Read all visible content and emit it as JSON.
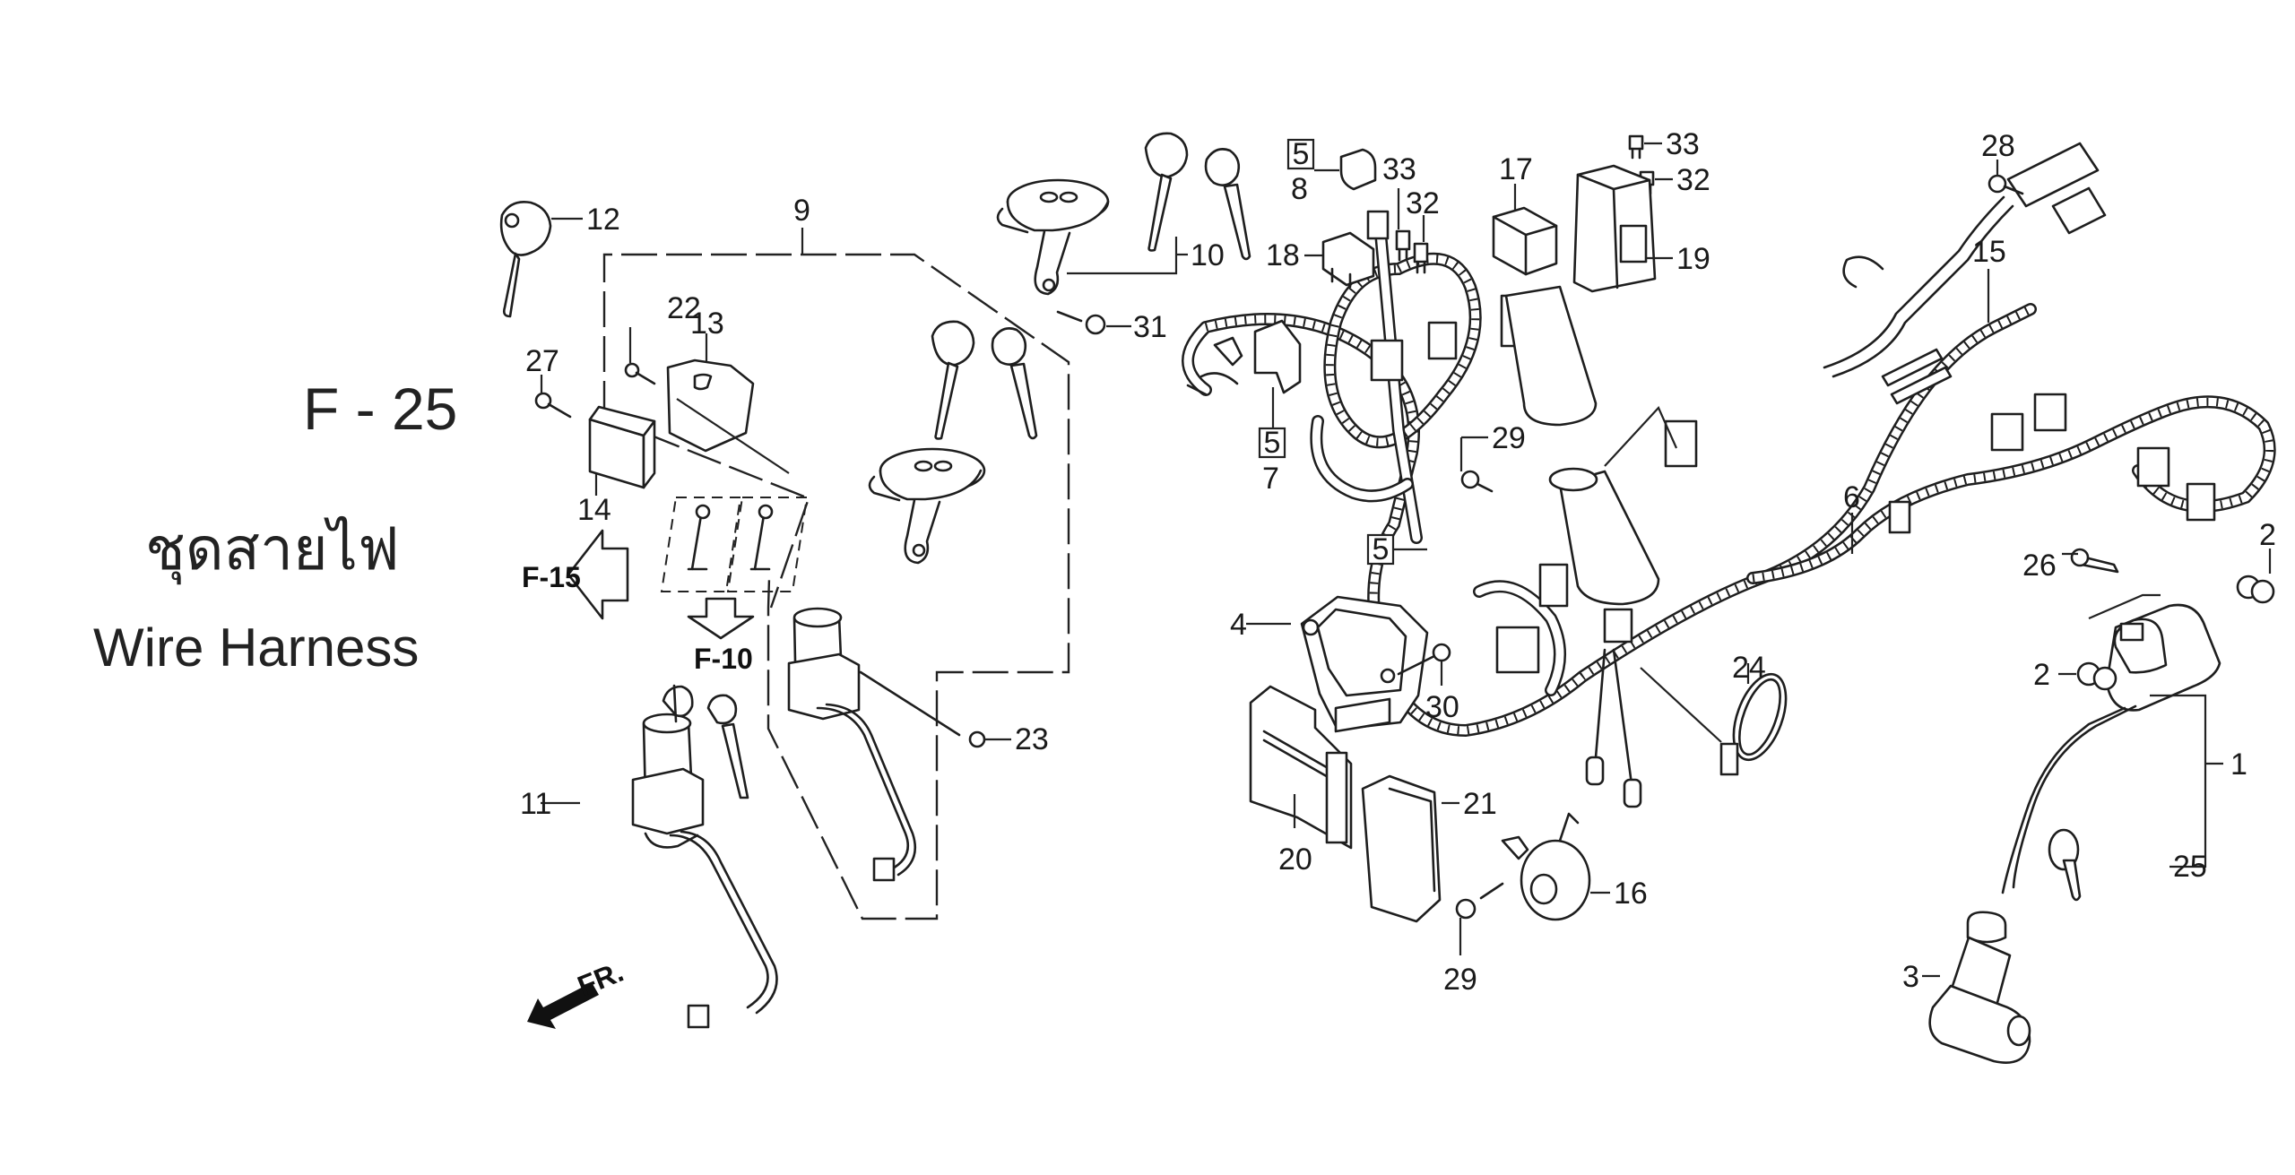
{
  "page": {
    "figure_code": "F - 25",
    "title_thai": "ชุดสายไฟ",
    "title_english": "Wire Harness"
  },
  "references": {
    "f15": "F-15",
    "f10": "F-10",
    "front_indicator": "FR."
  },
  "callouts": [
    {
      "id": "c1",
      "text": "1",
      "part": "ignition-coil"
    },
    {
      "id": "c2a",
      "text": "2",
      "part": "cap-nut-upper"
    },
    {
      "id": "c2b",
      "text": "2",
      "part": "cap-nut-lower"
    },
    {
      "id": "c3",
      "text": "3",
      "part": "spark-plug-cap"
    },
    {
      "id": "c4",
      "text": "4",
      "part": "throttle-sensor"
    },
    {
      "id": "c5a",
      "text": "5",
      "part": "wire-harness-ref",
      "boxed": true
    },
    {
      "id": "c5b",
      "text": "5",
      "part": "wire-harness-ref",
      "boxed": true
    },
    {
      "id": "c5c",
      "text": "5",
      "part": "wire-harness-main",
      "boxed": true
    },
    {
      "id": "c6",
      "text": "6",
      "part": "sub-harness"
    },
    {
      "id": "c7",
      "text": "7",
      "part": "harness-cover"
    },
    {
      "id": "c8",
      "text": "8",
      "part": "connector-cap"
    },
    {
      "id": "c9",
      "text": "9",
      "part": "key-set"
    },
    {
      "id": "c10",
      "text": "10",
      "part": "seat-lock-with-keys"
    },
    {
      "id": "c11",
      "text": "11",
      "part": "ignition-switch"
    },
    {
      "id": "c12",
      "text": "12",
      "part": "blank-key"
    },
    {
      "id": "c13",
      "text": "13",
      "part": "lock-unit"
    },
    {
      "id": "c14",
      "text": "14",
      "part": "lock-bracket"
    },
    {
      "id": "c15",
      "text": "15",
      "part": "sub-harness-rear"
    },
    {
      "id": "c16",
      "text": "16",
      "part": "horn"
    },
    {
      "id": "c17",
      "text": "17",
      "part": "relay"
    },
    {
      "id": "c18",
      "text": "18",
      "part": "relay-small"
    },
    {
      "id": "c19",
      "text": "19",
      "part": "fuse-box"
    },
    {
      "id": "c20",
      "text": "20",
      "part": "ecu"
    },
    {
      "id": "c21",
      "text": "21",
      "part": "ecu-rubber"
    },
    {
      "id": "c22",
      "text": "22",
      "part": "screw"
    },
    {
      "id": "c23",
      "text": "23",
      "part": "screw-bolt"
    },
    {
      "id": "c24",
      "text": "24",
      "part": "band-clamp"
    },
    {
      "id": "c25",
      "text": "25",
      "part": "cord-clip"
    },
    {
      "id": "c26",
      "text": "26",
      "part": "coil-bolt"
    },
    {
      "id": "c27",
      "text": "27",
      "part": "bolt"
    },
    {
      "id": "c28",
      "text": "28",
      "part": "screw-washer"
    },
    {
      "id": "c29a",
      "text": "29",
      "part": "flange-bolt"
    },
    {
      "id": "c29b",
      "text": "29",
      "part": "flange-bolt"
    },
    {
      "id": "c30",
      "text": "30",
      "part": "flange-bolt-small"
    },
    {
      "id": "c31",
      "text": "31",
      "part": "special-bolt"
    },
    {
      "id": "c32a",
      "text": "32",
      "part": "fuse-mini"
    },
    {
      "id": "c32b",
      "text": "32",
      "part": "fuse-mini"
    },
    {
      "id": "c33a",
      "text": "33",
      "part": "fuse-mini"
    },
    {
      "id": "c33b",
      "text": "33",
      "part": "fuse-mini"
    }
  ]
}
